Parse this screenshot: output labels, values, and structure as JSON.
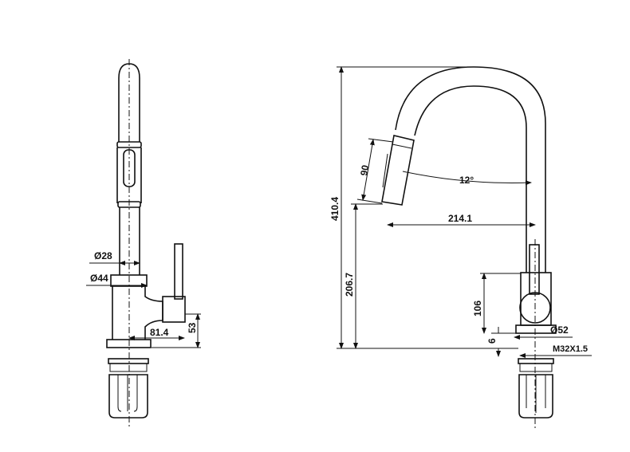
{
  "labels": {
    "dia28": "Ø28",
    "dia44": "Ø44",
    "d81_4": "81.4",
    "d53": "53",
    "d90": "90",
    "d12deg": "12°",
    "d214_1": "214.1",
    "d410_4": "410.4",
    "d206_7": "206.7",
    "d106": "106",
    "d6": "6",
    "dia52": "Ø52",
    "thread": "M32X1.5"
  }
}
